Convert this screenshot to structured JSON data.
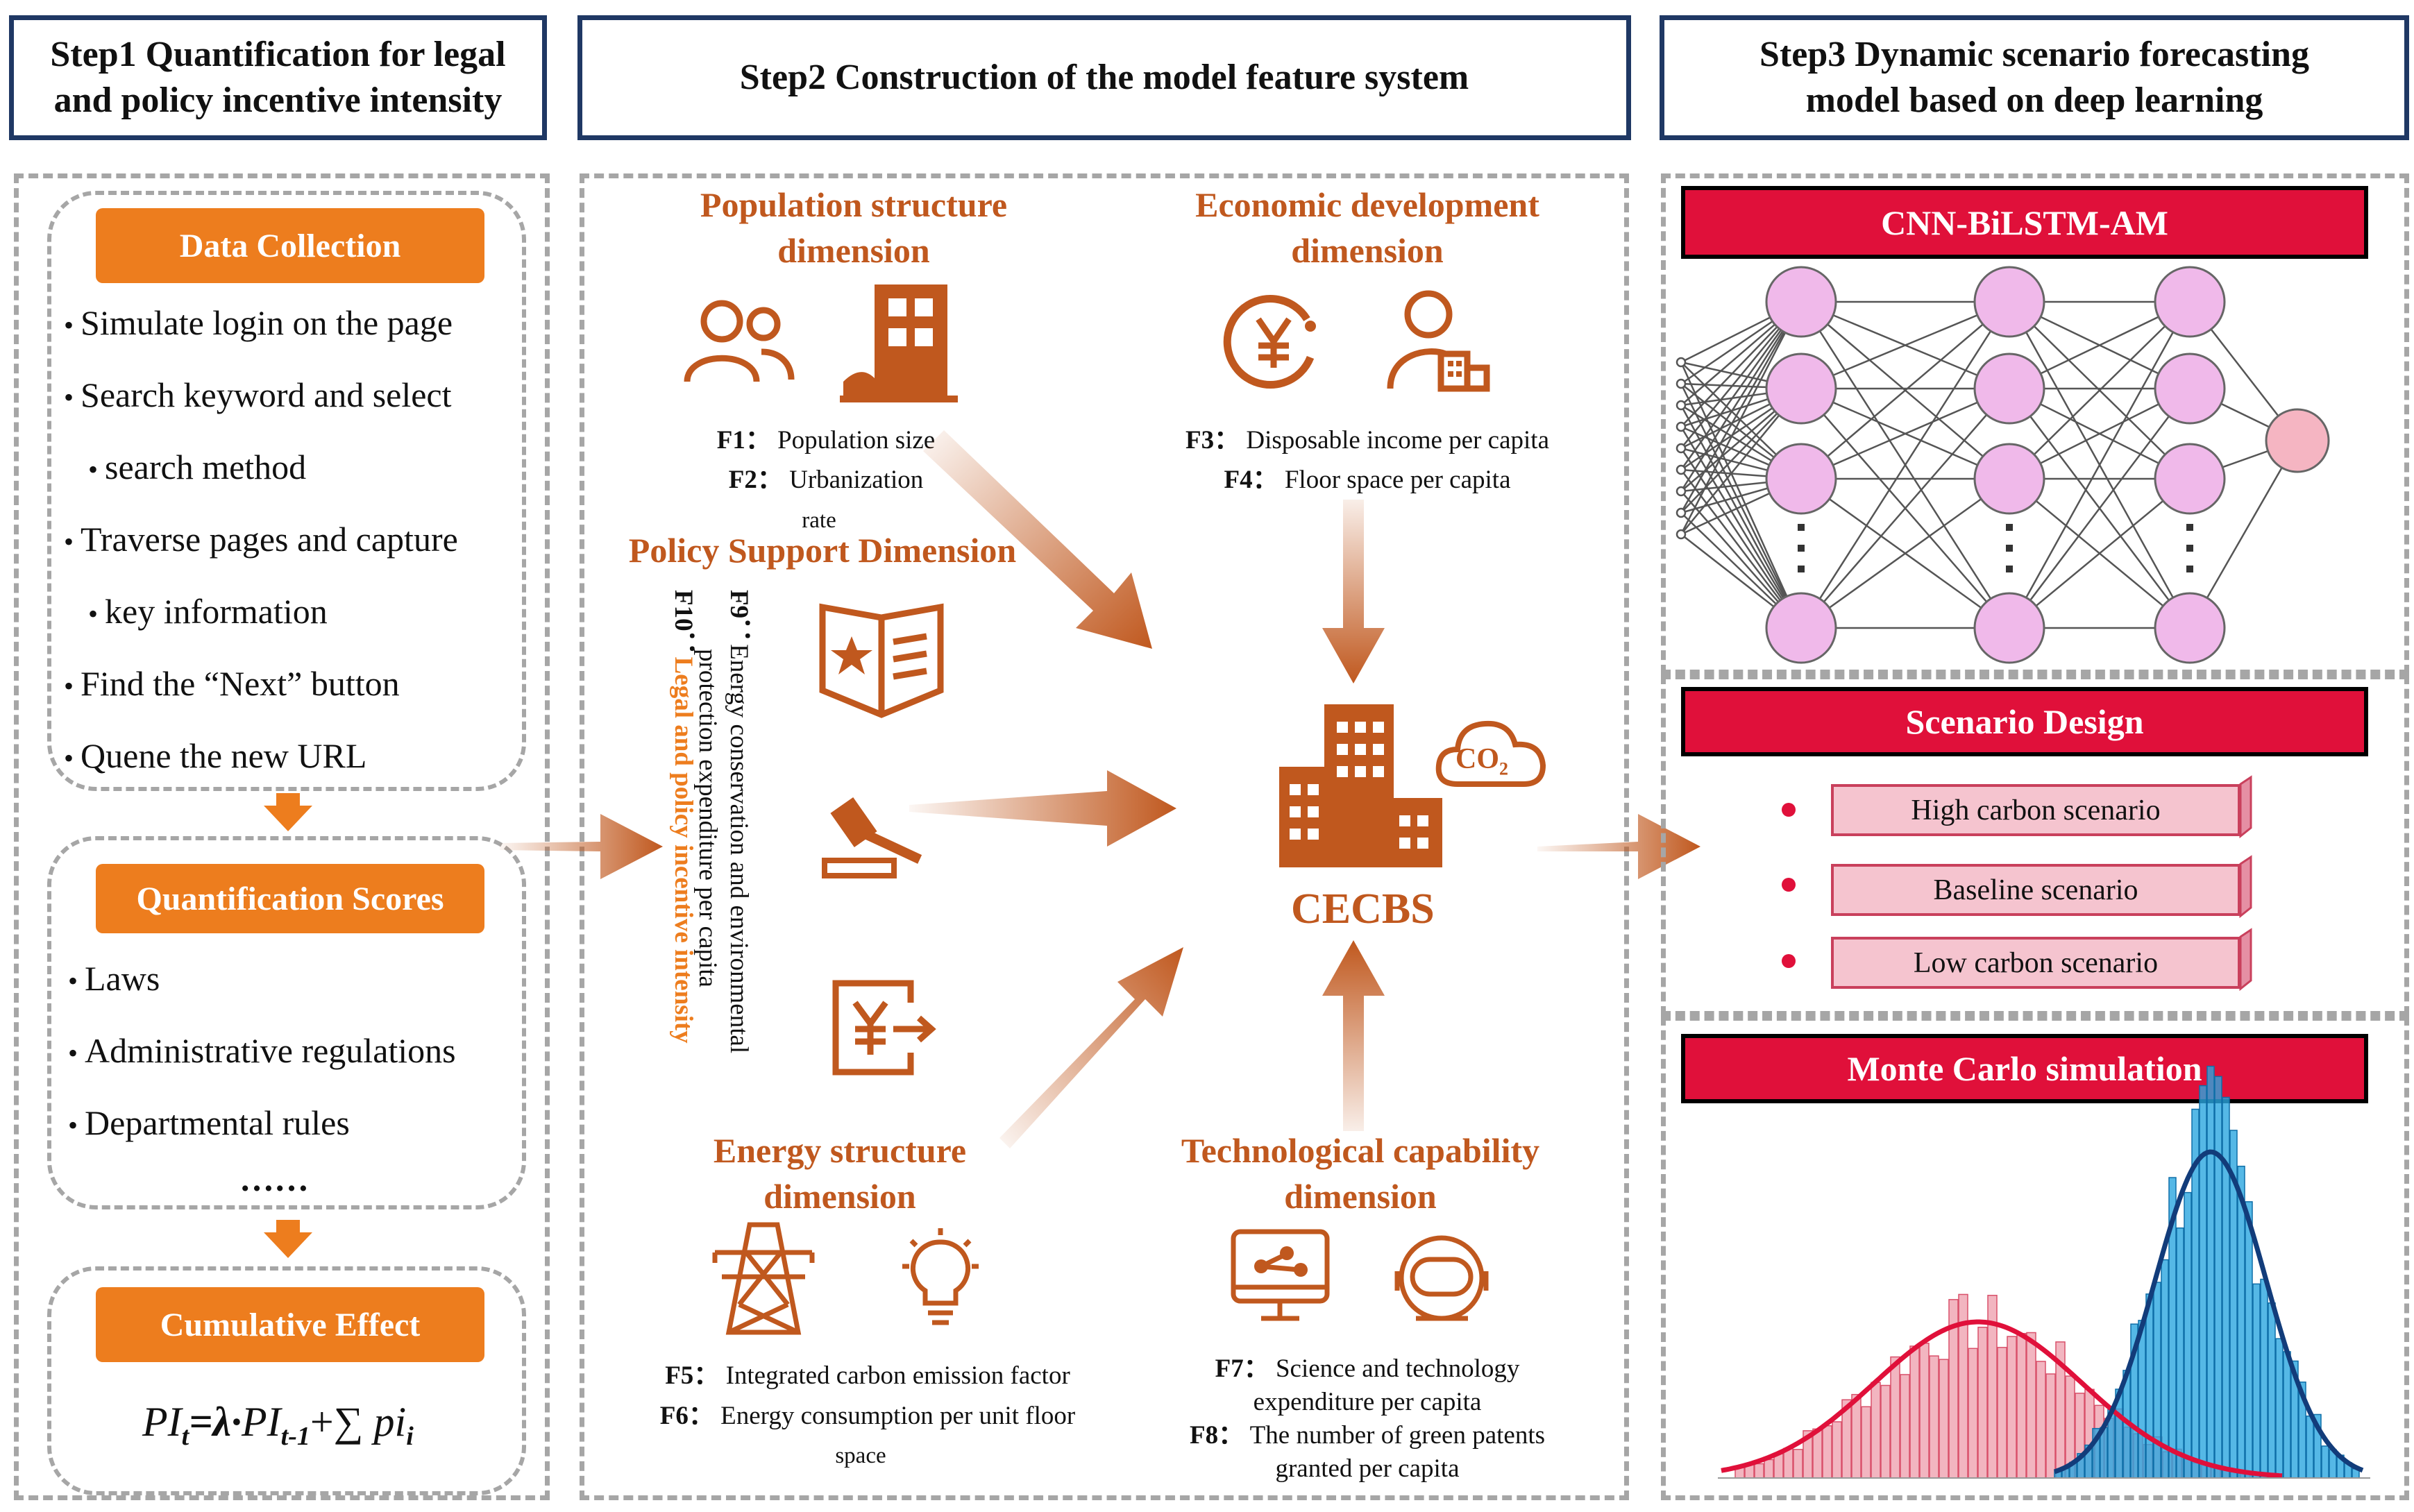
{
  "step1": {
    "title_line1": "Step1  Quantification for legal",
    "title_line2": "and policy incentive intensity",
    "data_collection_label": "Data Collection",
    "data_collection_items": [
      "Simulate login on the page",
      "Search keyword and select",
      "search method",
      "Traverse pages and capture",
      "key information",
      "Find the “Next” button",
      "Quene the new URL"
    ],
    "quant_label": "Quantification Scores",
    "quant_items": [
      "Laws",
      "Administrative regulations",
      "Departmental rules"
    ],
    "ellipsis": "……",
    "cumulative_label": "Cumulative Effect",
    "formula": {
      "pi": "PI",
      "t": "t",
      "eq": "=λ·",
      "pi2": "PI",
      "t1": "t-1",
      "plus": "+∑ ",
      "pii": "pi",
      "i": "i"
    }
  },
  "step2": {
    "title": "Step2  Construction of the model feature system",
    "population": {
      "title_line1": "Population structure",
      "title_line2": "dimension",
      "f1_code": "F1：",
      "f1": "Population size",
      "f2_code": "F2：",
      "f2": "Urbanization",
      "f2_cont": "rate"
    },
    "economic": {
      "title_line1": "Economic development",
      "title_line2": "dimension",
      "f3_code": "F3：",
      "f3": "Disposable income per capita",
      "f4_code": "F4：",
      "f4": "Floor space per capita"
    },
    "policy": {
      "title": "Policy Support Dimension",
      "f9_code": "F9：",
      "f9_line1": "Energy conservation and environmental",
      "f9_line2": "protection expenditure per capita",
      "f10_code": "F10：",
      "f10": "Legal and policy incentive intensity"
    },
    "center": {
      "label": "CECBS",
      "co2": "CO",
      "co2_sub": "2"
    },
    "energy": {
      "title_line1": "Energy structure",
      "title_line2": "dimension",
      "f5_code": "F5：",
      "f5": "Integrated carbon emission factor",
      "f6_code": "F6：",
      "f6": "Energy consumption per unit floor",
      "f6_cont": "space"
    },
    "tech": {
      "title_line1": "Technological capability",
      "title_line2": "dimension",
      "f7_code": "F7：",
      "f7": "Science and technology",
      "f7_cont": "expenditure per capita",
      "f8_code": "F8：",
      "f8": "The number of green patents",
      "f8_cont": "granted per capita"
    }
  },
  "step3": {
    "title_line1": "Step3  Dynamic scenario forecasting",
    "title_line2": "model based on deep learning",
    "model_label": "CNN-BiLSTM-AM",
    "scenario_label": "Scenario Design",
    "scenarios": [
      "High carbon scenario",
      "Baseline scenario",
      "Low carbon scenario"
    ],
    "monte_label": "Monte Carlo simulation"
  },
  "colors": {
    "navy": "#1f3864",
    "orange": "#ed7d1e",
    "rust": "#c0581e",
    "red": "#e0103a",
    "pink": "#f5c4cf",
    "blue": "#2aa6e0"
  },
  "icons": [
    "people-icon",
    "building-icon",
    "yuan-circle-icon",
    "person-building-icon",
    "policy-document-icon",
    "gavel-icon",
    "yuan-transfer-icon",
    "city-buildings-icon",
    "co2-cloud-icon",
    "power-tower-icon",
    "light-bulb-icon",
    "monitor-network-icon",
    "astronaut-helmet-icon"
  ]
}
